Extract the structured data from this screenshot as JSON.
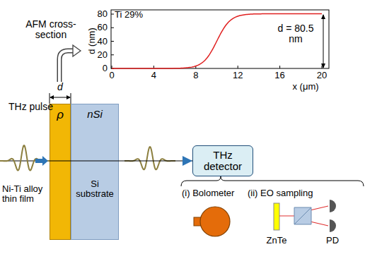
{
  "diagram": {
    "nodes": [
      {
        "text": [
          "ρ"
        ]
      },
      {
        "text": [
          "nSi",
          "Si substrate"
        ]
      },
      {
        "text": [
          "THz detector"
        ]
      }
    ],
    "edges": [
      {
        "from": 1,
        "to": 2,
        "arrow": "to"
      }
    ],
    "labels": [
      "AFM cross-section",
      "Ti 29%",
      "d (nm)",
      "0",
      "20",
      "40",
      "60",
      "80",
      "0",
      "4",
      "8",
      "12",
      "16",
      "20",
      "x (μm)",
      "d = 80.5 nm",
      "THz pulse",
      "d",
      "Ni-Ti alloy thin film",
      "(i) Bolometer",
      "(ii) EO sampling",
      "ZnTe",
      "PD"
    ]
  }
}
